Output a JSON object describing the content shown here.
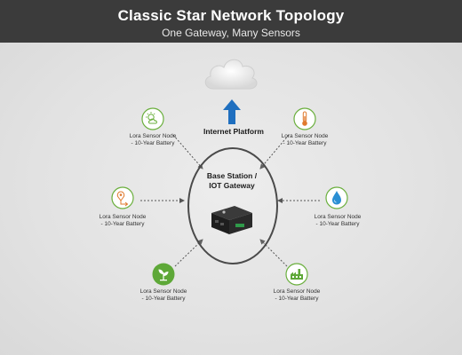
{
  "header": {
    "title": "Classic Star Network Topology",
    "subtitle": "One Gateway, Many Sensors"
  },
  "hub": {
    "label_line1": "Base Station /",
    "label_line2": "IOT Gateway"
  },
  "platform": {
    "label": "Internet Platform"
  },
  "nodes": [
    {
      "line1": "Lora Sensor Node",
      "line2": "- 10-Year Battery",
      "icon": "weather-sun-cloud-icon",
      "color": "#6aaf3d"
    },
    {
      "line1": "Lora Sensor Node",
      "line2": "- 10-Year Battery",
      "icon": "thermometer-icon",
      "color": "#e07a2e"
    },
    {
      "line1": "Lora Sensor Node",
      "line2": "- 10-Year Battery",
      "icon": "location-pin-icon",
      "color": "#e07a2e"
    },
    {
      "line1": "Lora Sensor Node",
      "line2": "- 10-Year Battery",
      "icon": "water-drop-icon",
      "color": "#2a8fd4"
    },
    {
      "line1": "Lora Sensor Node",
      "line2": "- 10-Year Battery",
      "icon": "plant-leaf-icon",
      "color": "#5ea838"
    },
    {
      "line1": "Lora Sensor Node",
      "line2": "- 10-Year Battery",
      "icon": "factory-icon",
      "color": "#5ea838"
    }
  ],
  "colors": {
    "header_bg": "#3b3b3b",
    "arrow": "#1f6fbf",
    "connector": "#555555"
  }
}
